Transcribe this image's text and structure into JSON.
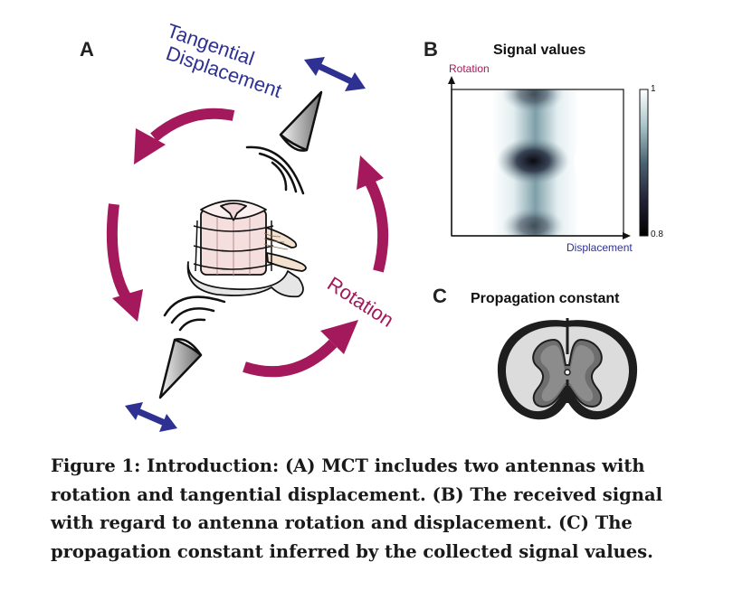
{
  "panel_a": {
    "letter": "A",
    "tangential_line1": "Tangential",
    "tangential_line2": "Displacement",
    "rotation_label": "Rotation"
  },
  "panel_b": {
    "letter": "B",
    "title": "Signal values",
    "y_axis_label": "Rotation",
    "x_axis_label": "Displacement",
    "colorbar_max": "1",
    "colorbar_min": "0.8"
  },
  "panel_c": {
    "letter": "C",
    "title": "Propagation constant"
  },
  "caption": {
    "line1": "Figure 1: Introduction: (A) MCT includes two antennas with",
    "line2": "rotation and tangential displacement. (B) The received signal",
    "line3": "with regard to antenna rotation and displacement. (C) The",
    "line4": "propagation constant inferred by the collected signal values."
  },
  "colors": {
    "rotation": "#a3195b",
    "displacement": "#2e3192"
  }
}
